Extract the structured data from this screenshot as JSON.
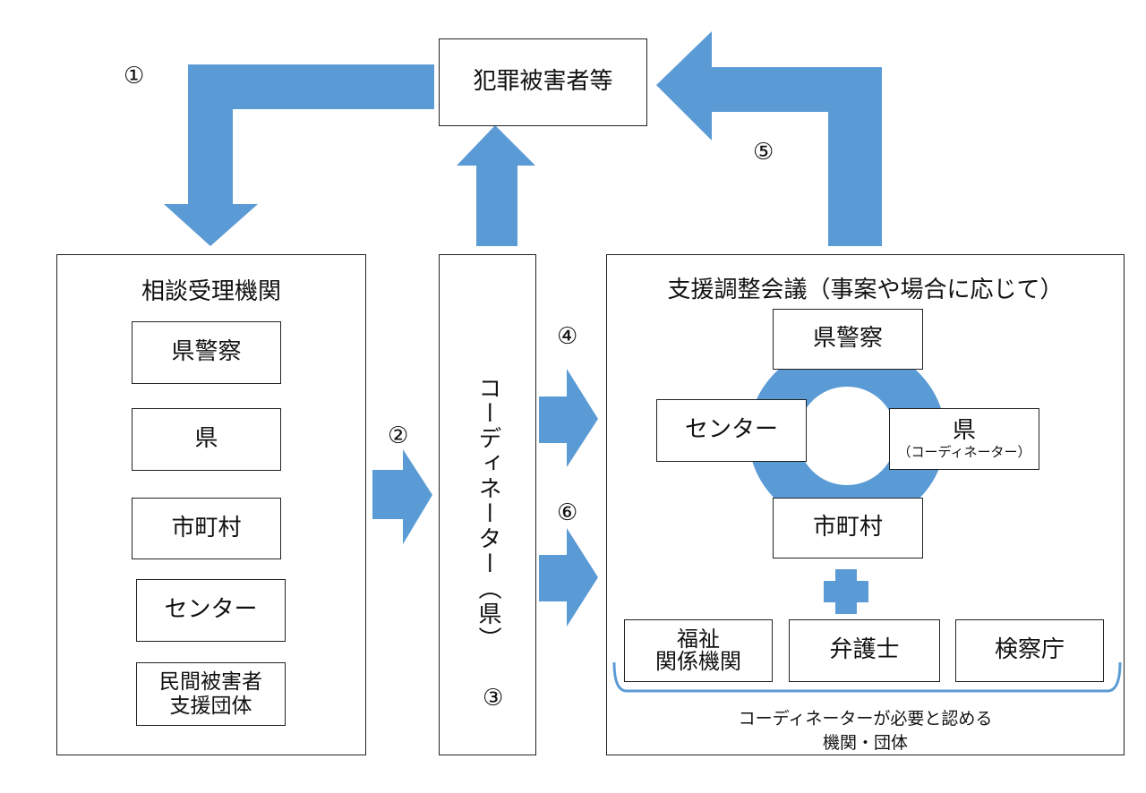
{
  "colors": {
    "arrow": "#5b9bd5",
    "border": "#222222"
  },
  "victims": "犯罪被害者等",
  "steps": [
    "①",
    "②",
    "③",
    "④",
    "⑤",
    "⑥"
  ],
  "intake": {
    "title": "相談受理機関",
    "items": [
      "県警察",
      "県",
      "市町村",
      "センター",
      "民間被害者\n支援団体"
    ]
  },
  "coordinator": "コーディネーター（県）",
  "meeting": {
    "title": "支援調整会議（事案や場合に応じて）",
    "ring": {
      "top": "県警察",
      "left": "センター",
      "right": "県",
      "right_sub": "（コーディネーター）",
      "bottom": "市町村"
    },
    "extra": [
      "福祉\n関係機関",
      "弁護士",
      "検察庁"
    ],
    "caption_line1": "コーディネーターが必要と認める",
    "caption_line2": "機関・団体"
  }
}
